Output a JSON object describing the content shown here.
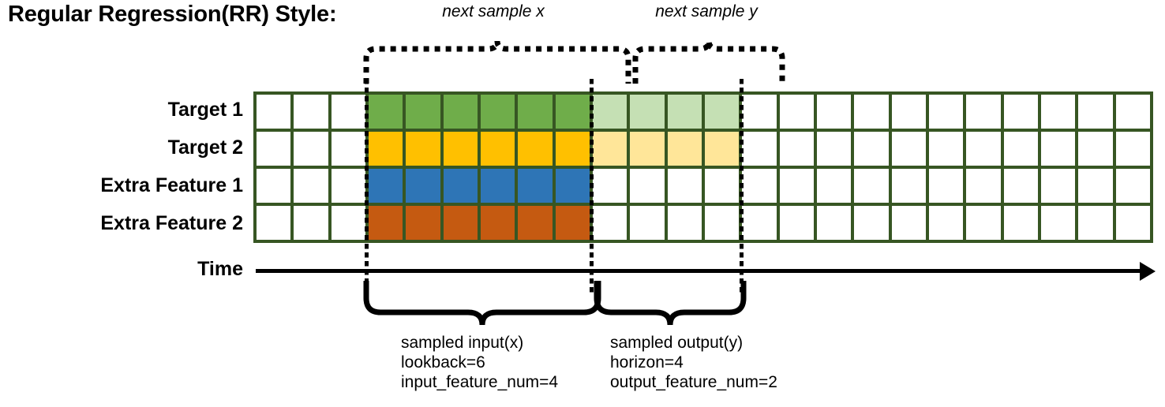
{
  "title": "Regular Regression(RR) Style:",
  "rows": [
    {
      "label": "Target 1",
      "color": "#6FAD4A",
      "faded_color": "#C5E0B4"
    },
    {
      "label": "Target 2",
      "color": "#FFC000",
      "faded_color": "#FFE699"
    },
    {
      "label": "Extra Feature 1",
      "color": "#2E75B6",
      "faded_color": "#FFFFFF"
    },
    {
      "label": "Extra Feature 2",
      "color": "#C55A11",
      "faded_color": "#FFFFFF"
    }
  ],
  "axis": {
    "label": "Time"
  },
  "grid": {
    "total_columns": 24,
    "total_rows": 4,
    "leading_empty_columns": 3,
    "input_columns": 6,
    "output_columns": 4,
    "border_color": "#375623",
    "empty_color": "#FFFFFF"
  },
  "annotations": {
    "top": [
      {
        "text": "next sample x"
      },
      {
        "text": "next sample y"
      }
    ],
    "bottom": [
      {
        "lines": [
          "sampled input(x)",
          "lookback=6",
          "input_feature_num=4"
        ]
      },
      {
        "lines": [
          "sampled output(y)",
          "horizon=4",
          "output_feature_num=2"
        ]
      }
    ]
  },
  "colors": {
    "green": "#6FAD4A",
    "light_green": "#C5E0B4",
    "yellow": "#FFC000",
    "light_yellow": "#FFE699",
    "blue": "#2E75B6",
    "orange": "#C55A11",
    "grid_border": "#375623",
    "ink": "#000000"
  }
}
